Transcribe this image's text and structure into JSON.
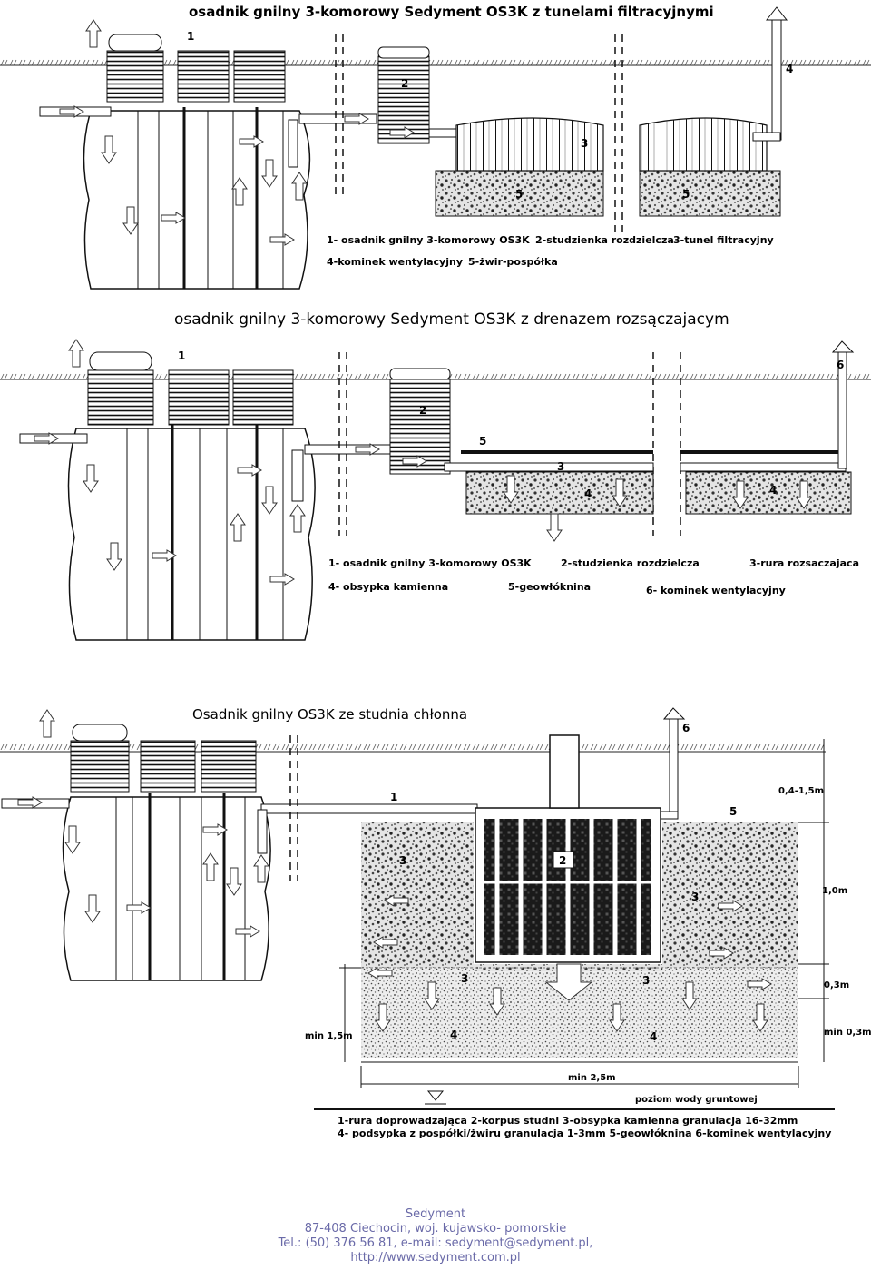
{
  "diagram1": {
    "title": "osadnik gnilny 3-komorowy Sedyment OS3K z tunelami filtracyjnymi",
    "numbers": [
      "1",
      "2",
      "3",
      "4",
      "5",
      "5"
    ],
    "legend": [
      "1- osadnik gnilny 3-komorowy OS3K",
      "2-studzienka rozdzielcza",
      "3-tunel filtracyjny",
      "4-kominek wentylacyjny",
      "5-żwir-pospółka"
    ]
  },
  "diagram2": {
    "title": "osadnik gnilny 3-komorowy Sedyment OS3K z drenazem rozsączajacym",
    "numbers": [
      "1",
      "2",
      "3",
      "4",
      "4",
      "5",
      "6"
    ],
    "legend": [
      "1- osadnik gnilny 3-komorowy OS3K",
      "2-studzienka rozdzielcza",
      "3-rura rozsaczajaca",
      "4- obsypka kamienna",
      "5-geowłóknina",
      "6- kominek wentylacyjny"
    ]
  },
  "diagram3": {
    "title": "Osadnik gnilny OS3K ze studnia chłonna",
    "numbers": [
      "1",
      "2",
      "3",
      "3",
      "3",
      "3",
      "4",
      "4",
      "5",
      "6"
    ],
    "dimensions": [
      "0,4-1,5m",
      "1,0m",
      "0,3m",
      "min 0,3m",
      "min 1,5m",
      "min  2,5m"
    ],
    "groundwater": "poziom wody gruntowej",
    "legend": [
      "1-rura doprowadzająca  2-korpus studni  3-obsypka kamienna granulacja 16-32mm",
      "4- podsypka z pospółki/żwiru granulacja 1-3mm    5-geowłóknina    6-kominek wentylacyjny"
    ]
  },
  "footer": {
    "company": "Sedyment",
    "address": "87-408 Ciechocin, woj. kujawsko- pomorskie",
    "contact": "Tel.: (50) 376 56 81, e-mail: sedyment@sedyment.pl,",
    "url": "http://www.sedyment.com.pl"
  }
}
